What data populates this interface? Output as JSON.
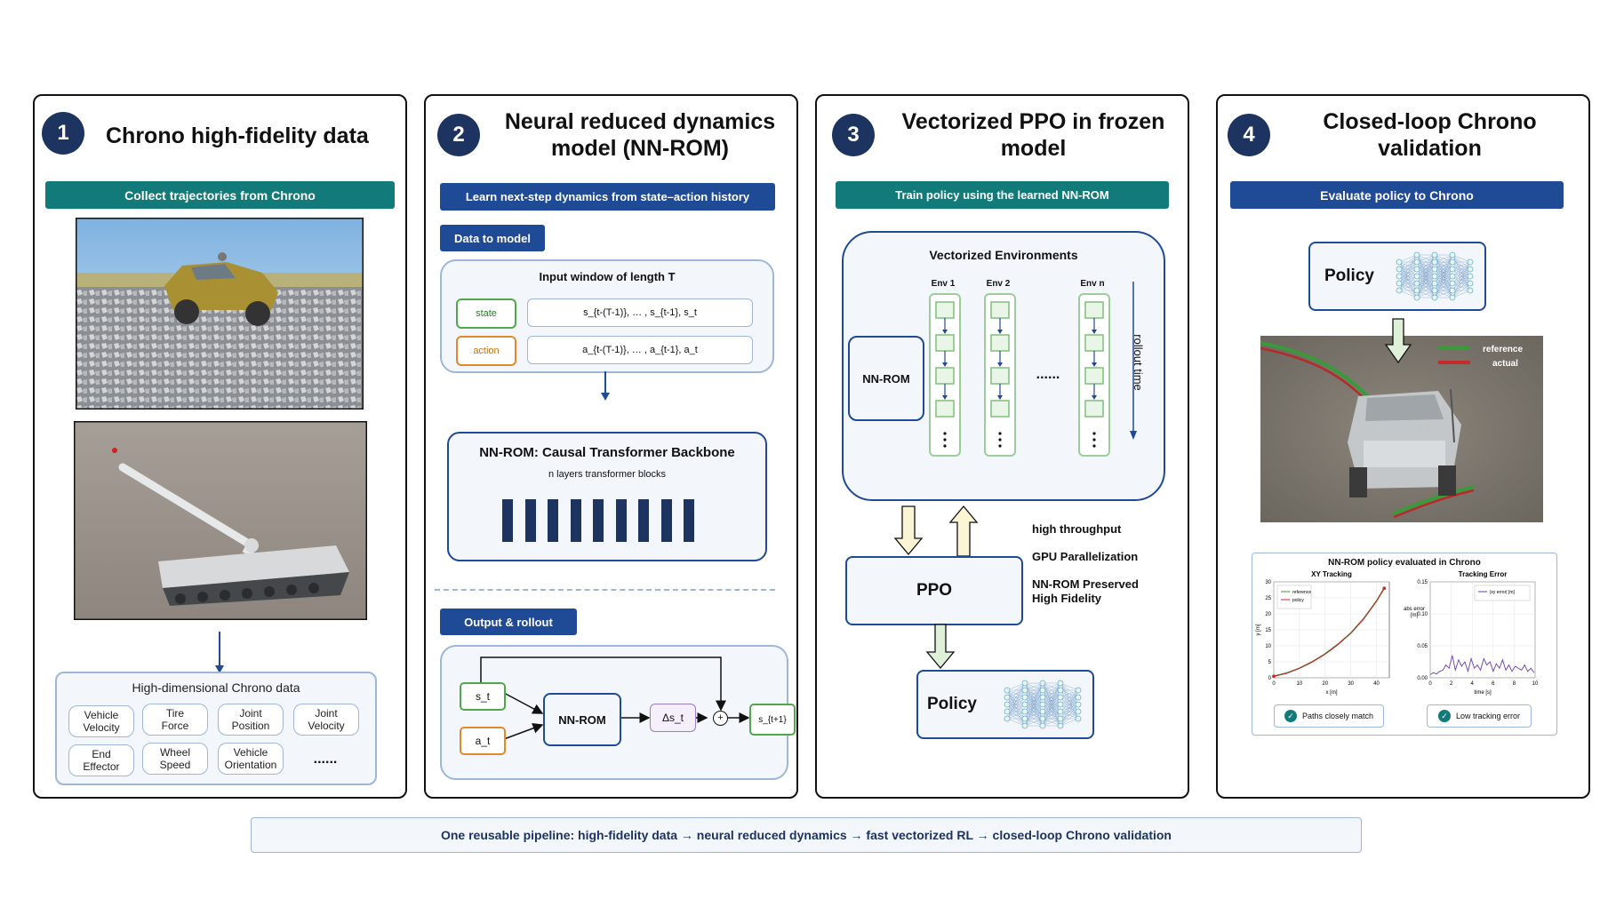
{
  "panels": [
    {
      "number": "1",
      "title": "Chrono high-fidelity data",
      "banner": "Collect trajectories from Chrono",
      "data_box_title": "High-dimensional Chrono data",
      "data_items": [
        "Vehicle\nVelocity",
        "Tire\nForce",
        "Joint\nPosition",
        "Joint\nVelocity",
        "End\nEffector",
        "Wheel\nSpeed",
        "Vehicle\nOrientation",
        "......"
      ]
    },
    {
      "number": "2",
      "title": "Neural reduced dynamics\nmodel (NN-ROM)",
      "banner": "Learn next-step dynamics from state–action history",
      "data_tag": "Data to model",
      "window_title": "Input window of length T",
      "state_label": "state",
      "state_seq": "s_{t-(T-1)},  … ,  s_{t-1},  s_t",
      "action_label": "action",
      "action_seq": "a_{t-(T-1)},  … ,  a_{t-1},  a_t",
      "backbone_title": "NN-ROM: Causal Transformer Backbone",
      "backbone_sub": "n layers transformer blocks",
      "block_count": 9,
      "output_tag": "Output & rollout",
      "st": "s_t",
      "at": "a_t",
      "nnrom": "NN-ROM",
      "delta": "Δs_t",
      "plus": "+",
      "next": "s_{t+1}"
    },
    {
      "number": "3",
      "title": "Vectorized PPO in frozen\nmodel",
      "banner": "Train policy using the learned NN-ROM",
      "vec_title": "Vectorized Environments",
      "nnrom": "NN-ROM",
      "envs": [
        "Env 1",
        "Env 2",
        "Env n"
      ],
      "env_dots": "......",
      "rollout": "rollout time",
      "ppo": "PPO",
      "policy": "Policy",
      "features": [
        "high throughput",
        "GPU Parallelization",
        "NN-ROM Preserved\nHigh Fidelity"
      ]
    },
    {
      "number": "4",
      "title": "Closed-loop Chrono\nvalidation",
      "banner": "Evaluate policy to Chrono",
      "policy": "Policy",
      "legend_reference": "reference",
      "legend_actual": "actual",
      "results_title": "NN-ROM policy evaluated in Chrono",
      "badge_paths": "Paths closely match",
      "badge_error": "Low tracking error"
    }
  ],
  "colors": {
    "navy": "#1d3461",
    "blue": "#1f4a96",
    "teal": "#127a78",
    "soft_border": "#9eb6d8",
    "green": "#4fa84a",
    "orange": "#e08a2a",
    "red": "#c62b2b"
  },
  "chart_data": [
    {
      "type": "line",
      "title": "XY Tracking",
      "xlabel": "x [m]",
      "ylabel": "y [m]",
      "xlim": [
        0,
        45
      ],
      "ylim": [
        0,
        30
      ],
      "xticks": [
        0,
        10,
        20,
        30,
        40
      ],
      "yticks": [
        0,
        5,
        10,
        15,
        20,
        25,
        30
      ],
      "series": [
        {
          "name": "reference",
          "x": [
            0,
            5,
            10,
            15,
            20,
            25,
            30,
            35,
            40,
            43
          ],
          "y": [
            0.5,
            1.5,
            3,
            5,
            7.5,
            10.5,
            14,
            18.5,
            24,
            28
          ]
        },
        {
          "name": "policy",
          "x": [
            0,
            5,
            10,
            15,
            20,
            25,
            30,
            35,
            40,
            43
          ],
          "y": [
            0.5,
            1.4,
            3,
            5,
            7.4,
            10.4,
            14,
            18.4,
            24,
            28
          ]
        }
      ]
    },
    {
      "type": "line",
      "title": "Tracking Error",
      "xlabel": "time [s]",
      "ylabel": "abs error\n[m]",
      "xlim": [
        0,
        10
      ],
      "ylim": [
        0,
        0.15
      ],
      "xticks": [
        0,
        2,
        4,
        6,
        8,
        10
      ],
      "yticks": [
        "0.00",
        "0.05",
        "0.10",
        "0.15"
      ],
      "series": [
        {
          "name": "|xy error| [m]",
          "x": [
            0,
            0.3,
            0.6,
            0.9,
            1.2,
            1.5,
            1.8,
            2.1,
            2.4,
            2.7,
            3.0,
            3.3,
            3.6,
            3.9,
            4.2,
            4.5,
            4.8,
            5.1,
            5.4,
            5.7,
            6.0,
            6.3,
            6.6,
            6.9,
            7.2,
            7.5,
            7.8,
            8.1,
            8.4,
            8.7,
            9.0,
            9.3,
            9.6,
            9.9
          ],
          "y": [
            0.005,
            0.008,
            0.006,
            0.01,
            0.012,
            0.02,
            0.015,
            0.035,
            0.012,
            0.028,
            0.018,
            0.025,
            0.01,
            0.03,
            0.015,
            0.02,
            0.012,
            0.03,
            0.02,
            0.025,
            0.01,
            0.022,
            0.015,
            0.028,
            0.012,
            0.02,
            0.01,
            0.018,
            0.015,
            0.012,
            0.02,
            0.01,
            0.015,
            0.008
          ]
        }
      ]
    }
  ],
  "footer": "One reusable pipeline: high-fidelity data → neural reduced dynamics → fast vectorized RL → closed-loop Chrono validation"
}
